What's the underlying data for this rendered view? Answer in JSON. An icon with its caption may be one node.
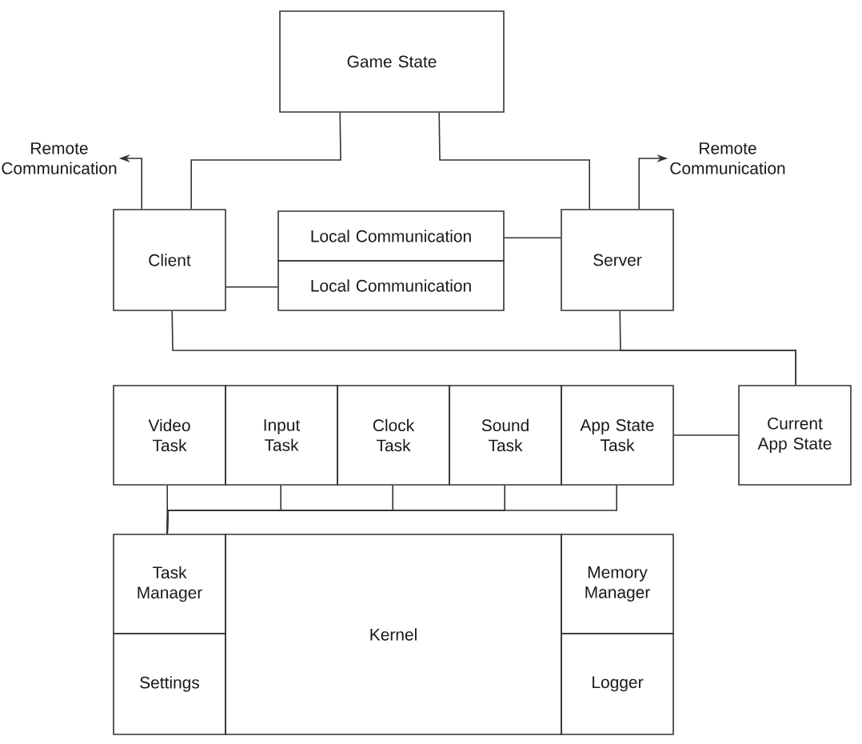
{
  "diagram": {
    "nodes": [
      {
        "text": [
          "Game State"
        ]
      },
      {
        "text": [
          "Remote Communication"
        ]
      },
      {
        "text": [
          "Remote Communication"
        ]
      },
      {
        "text": [
          "Client"
        ]
      },
      {
        "text": [
          "Local Communication"
        ]
      },
      {
        "text": [
          "Local Communication"
        ]
      },
      {
        "text": [
          "Server"
        ]
      },
      {
        "text": [
          "Video Task"
        ]
      },
      {
        "text": [
          "Input Task"
        ]
      },
      {
        "text": [
          "Clock Task"
        ]
      },
      {
        "text": [
          "Sound Task"
        ]
      },
      {
        "text": [
          "App State Task"
        ]
      },
      {
        "text": [
          "Current App State"
        ]
      },
      {
        "text": [
          "Task Manager"
        ]
      },
      {
        "text": [
          "Kernel"
        ]
      },
      {
        "text": [
          "Memory Manager"
        ]
      },
      {
        "text": [
          "Settings"
        ]
      },
      {
        "text": [
          "Logger"
        ]
      }
    ],
    "edges": [
      {
        "from": 0,
        "to": 3,
        "arrow": "none"
      },
      {
        "from": 0,
        "to": 6,
        "arrow": "none"
      },
      {
        "from": 3,
        "to": 1,
        "arrow": "to"
      },
      {
        "from": 6,
        "to": 2,
        "arrow": "to"
      },
      {
        "from": 3,
        "to": 5,
        "arrow": "none"
      },
      {
        "from": 4,
        "to": 6,
        "arrow": "none"
      },
      {
        "from": 3,
        "to": 12,
        "arrow": "none"
      },
      {
        "from": 6,
        "to": 12,
        "arrow": "none"
      },
      {
        "from": 11,
        "to": 12,
        "arrow": "none"
      },
      {
        "from": 13,
        "to": 7,
        "arrow": "none"
      },
      {
        "from": 13,
        "to": 8,
        "arrow": "none"
      },
      {
        "from": 13,
        "to": 9,
        "arrow": "none"
      },
      {
        "from": 13,
        "to": 10,
        "arrow": "none"
      },
      {
        "from": 13,
        "to": 11,
        "arrow": "none"
      }
    ]
  }
}
